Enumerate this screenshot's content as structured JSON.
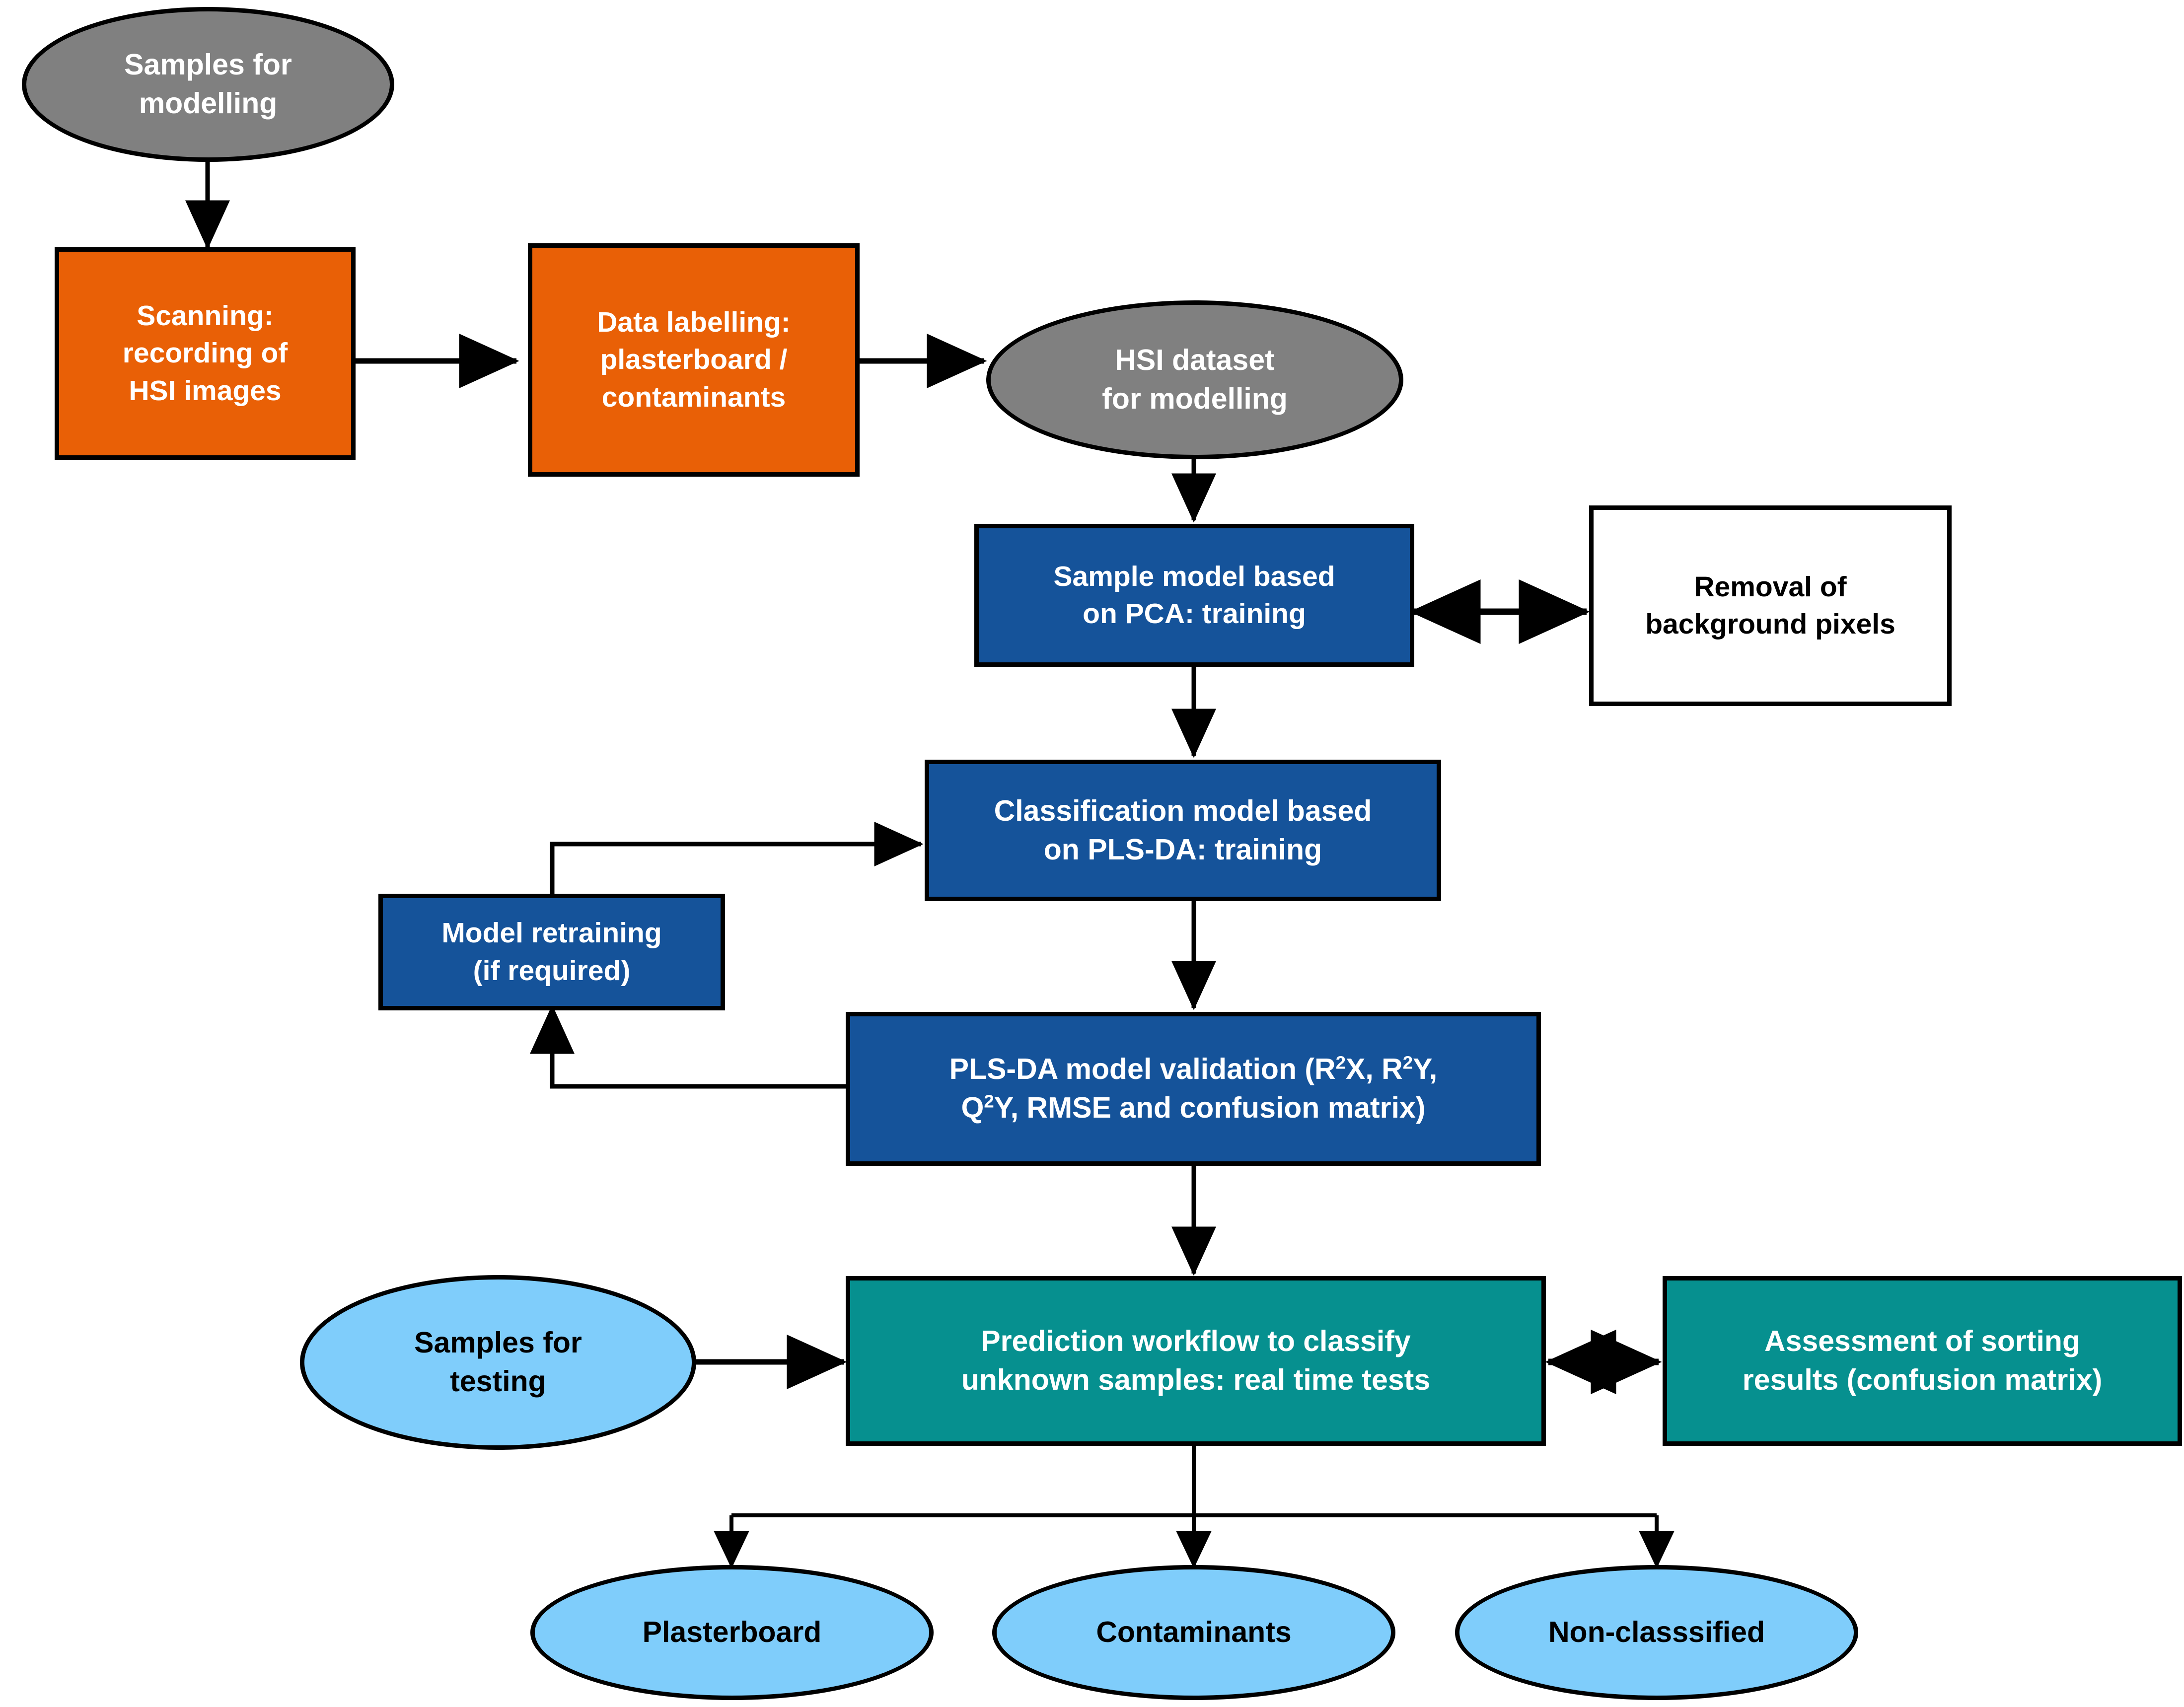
{
  "diagram": {
    "title": "HSI plasterboard sorting modelling and prediction workflow",
    "colors": {
      "gray": "#808080",
      "orange": "#E96006",
      "blue": "#15539A",
      "teal": "#06908F",
      "light_blue": "#7FCDFB",
      "white": "#FFFFFF",
      "stroke": "#000000"
    },
    "nodes": {
      "samples_for_modelling": {
        "label": "Samples for\nmodelling",
        "shape": "ellipse",
        "fill": "gray",
        "text_color": "#FFFFFF"
      },
      "scanning": {
        "label": "Scanning:\nrecording of\nHSI images",
        "shape": "rect",
        "fill": "orange",
        "text_color": "#FFFFFF"
      },
      "data_labelling": {
        "label": "Data labelling:\nplasterboard /\ncontaminants",
        "shape": "rect",
        "fill": "orange",
        "text_color": "#FFFFFF"
      },
      "hsi_dataset": {
        "label": "HSI dataset\nfor modelling",
        "shape": "ellipse",
        "fill": "gray",
        "text_color": "#FFFFFF"
      },
      "sample_model_pca": {
        "label": "Sample model based\non PCA: training",
        "shape": "rect",
        "fill": "blue",
        "text_color": "#FFFFFF"
      },
      "removal_background": {
        "label": "Removal of\nbackground pixels",
        "shape": "rect",
        "fill": "white",
        "text_color": "#000000"
      },
      "classification_model": {
        "label": "Classification model based\non PLS-DA: training",
        "shape": "rect",
        "fill": "blue",
        "text_color": "#FFFFFF"
      },
      "model_retraining": {
        "label": "Model retraining\n(if required)",
        "shape": "rect",
        "fill": "blue",
        "text_color": "#FFFFFF"
      },
      "plsda_validation": {
        "label_line1_pre": "PLS-DA model validation (R",
        "label_line1_sup1": "2",
        "label_line1_mid": "X, R",
        "label_line1_sup2": "2",
        "label_line1_post": "Y,",
        "label_line2_pre": "Q",
        "label_line2_sup": "2",
        "label_line2_post": "Y, RMSE  and confusion matrix)",
        "plain": "PLS-DA model validation (R2X, R2Y, Q2Y, RMSE and confusion matrix)",
        "shape": "rect",
        "fill": "blue",
        "text_color": "#FFFFFF"
      },
      "samples_for_testing": {
        "label": "Samples for\ntesting",
        "shape": "ellipse",
        "fill": "light_blue",
        "text_color": "#000000"
      },
      "prediction_workflow": {
        "label": "Prediction workflow to classify\nunknown samples: real time tests",
        "shape": "rect",
        "fill": "teal",
        "text_color": "#FFFFFF"
      },
      "assessment_sorting": {
        "label": "Assessment of sorting\nresults (confusion matrix)",
        "shape": "rect",
        "fill": "teal",
        "text_color": "#FFFFFF"
      },
      "out_plasterboard": {
        "label": "Plasterboard",
        "shape": "ellipse",
        "fill": "light_blue",
        "text_color": "#000000"
      },
      "out_contaminants": {
        "label": "Contaminants",
        "shape": "ellipse",
        "fill": "light_blue",
        "text_color": "#000000"
      },
      "out_nonclassified": {
        "label": "Non-classsified",
        "shape": "ellipse",
        "fill": "light_blue",
        "text_color": "#000000"
      }
    },
    "edges": [
      {
        "from": "samples_for_modelling",
        "to": "scanning",
        "type": "arrow-down"
      },
      {
        "from": "scanning",
        "to": "data_labelling",
        "type": "arrow-right"
      },
      {
        "from": "data_labelling",
        "to": "hsi_dataset",
        "type": "arrow-right"
      },
      {
        "from": "hsi_dataset",
        "to": "sample_model_pca",
        "type": "arrow-down"
      },
      {
        "from": "sample_model_pca",
        "to": "removal_background",
        "type": "arrow-bidirectional"
      },
      {
        "from": "sample_model_pca",
        "to": "classification_model",
        "type": "arrow-down"
      },
      {
        "from": "classification_model",
        "to": "plsda_validation",
        "type": "arrow-down"
      },
      {
        "from": "plsda_validation",
        "to": "model_retraining",
        "type": "arrow-elbow-up"
      },
      {
        "from": "model_retraining",
        "to": "classification_model",
        "type": "arrow-elbow-right"
      },
      {
        "from": "plsda_validation",
        "to": "prediction_workflow",
        "type": "arrow-down"
      },
      {
        "from": "samples_for_testing",
        "to": "prediction_workflow",
        "type": "arrow-right"
      },
      {
        "from": "prediction_workflow",
        "to": "assessment_sorting",
        "type": "arrow-bidirectional"
      },
      {
        "from": "prediction_workflow",
        "to": "out_plasterboard",
        "type": "arrow-branch-down"
      },
      {
        "from": "prediction_workflow",
        "to": "out_contaminants",
        "type": "arrow-branch-down"
      },
      {
        "from": "prediction_workflow",
        "to": "out_nonclassified",
        "type": "arrow-branch-down"
      }
    ]
  }
}
